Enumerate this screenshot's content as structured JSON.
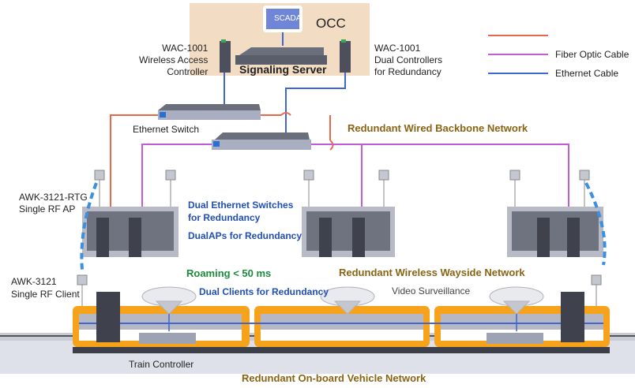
{
  "occ": {
    "title": "OCC",
    "scada_label": "SCADA",
    "signaling_server": "Signaling Server"
  },
  "controllers": {
    "left": {
      "line1": "WAC-1001",
      "line2": "Wireless Access",
      "line3": "Controller"
    },
    "right": {
      "line1": "WAC-1001",
      "line2": "Dual Controllers",
      "line3": "for Redundancy"
    }
  },
  "legend": {
    "items": [
      {
        "label": "",
        "color": "#e8694a",
        "name": "fiber-optic-red"
      },
      {
        "label": "Fiber Optic Cable",
        "color": "#c35ad6",
        "name": "fiber-optic-purple"
      },
      {
        "label": "Ethernet Cable",
        "color": "#3f66d1",
        "name": "ethernet"
      }
    ]
  },
  "labels": {
    "ethernet_switch": "Ethernet Switch",
    "wired_backbone": "Redundant Wired Backbone Network",
    "ap_model": "AWK-3121-RTG",
    "ap_desc": "Single RF AP",
    "dual_switches_1": "Dual Ethernet Switches",
    "dual_switches_2": "for Redundancy",
    "dual_aps": "DualAPs for Redundancy",
    "client_model": "AWK-3121",
    "client_desc": "Single RF Client",
    "roaming": "Roaming < 50 ms",
    "dual_clients": "Dual Clients for Redundancy",
    "wireless_wayside": "Redundant Wireless Wayside Network",
    "video_surveillance": "Video Surveillance",
    "train_controller": "Train Controller",
    "onboard_network": "Redundant On-board Vehicle Network"
  },
  "colors": {
    "fiber_red": "#e8694a",
    "fiber_purple": "#c35ad6",
    "ethernet_blue": "#3f66d1",
    "occ_bg": "#f3dcc4",
    "train_orange": "#f7a21b",
    "label_gold": "#8a6414",
    "label_blue": "#1f4fb8",
    "label_green": "#1e8a3c"
  }
}
